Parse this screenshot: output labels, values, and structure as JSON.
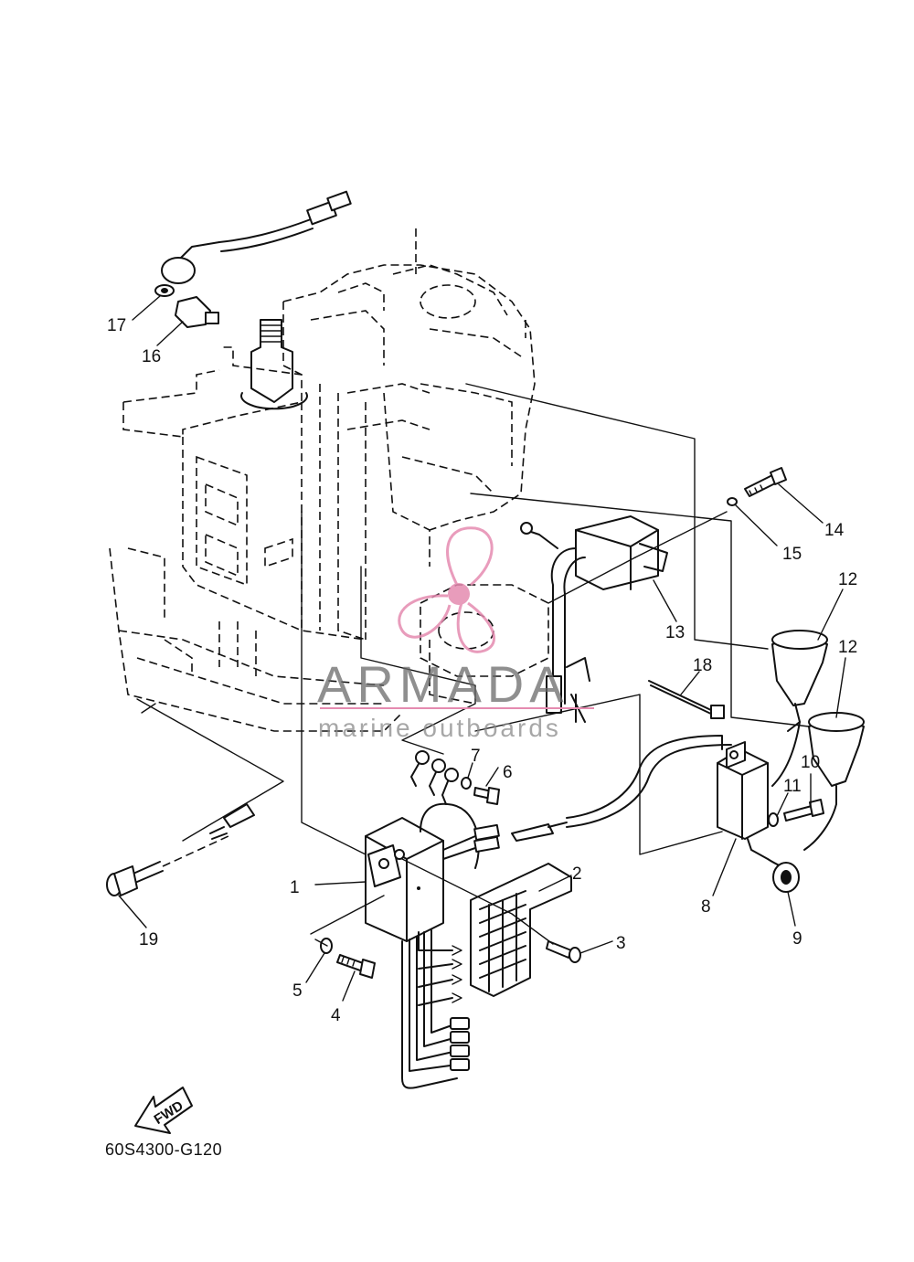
{
  "diagram": {
    "part_code": "60S4300-G120",
    "direction_badge": "FWD",
    "callouts": [
      "1",
      "2",
      "3",
      "4",
      "5",
      "6",
      "7",
      "8",
      "9",
      "10",
      "11",
      "12",
      "12",
      "13",
      "14",
      "15",
      "16",
      "17",
      "18",
      "19"
    ]
  },
  "watermark": {
    "brand": "ARMADA",
    "tagline": "marine outboards",
    "accent_color": "#e58bb0",
    "text_color": "#6a6a6a"
  }
}
